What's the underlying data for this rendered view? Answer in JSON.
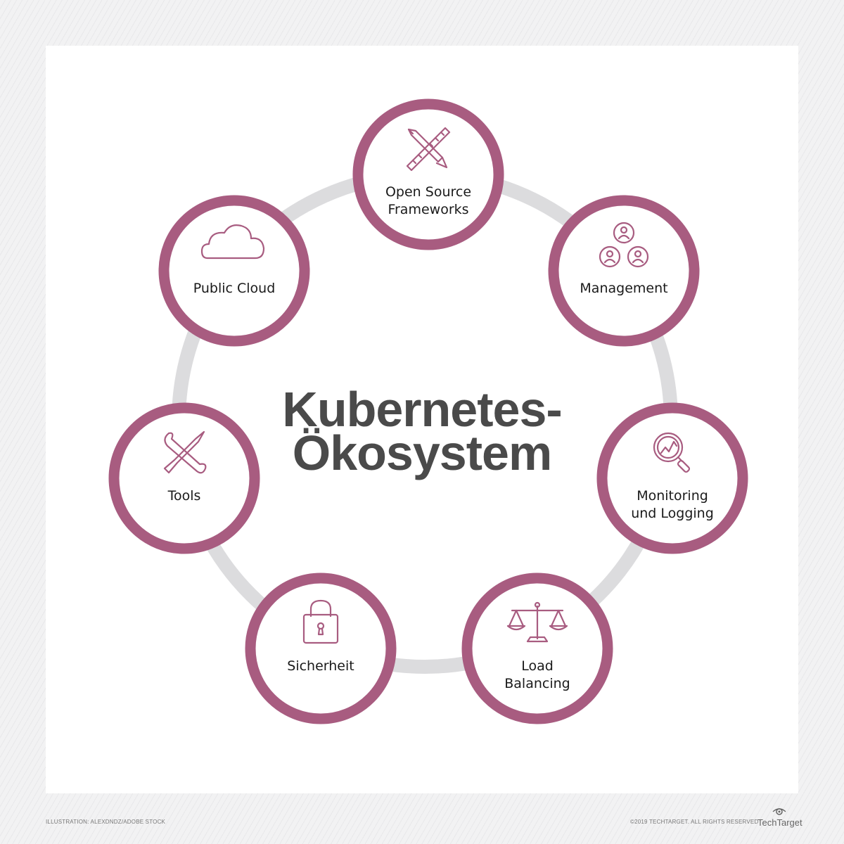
{
  "title": {
    "line1": "Kubernetes-",
    "line2": "Ökosystem"
  },
  "accent_color": "#a85c80",
  "ring_color": "#dcdcde",
  "nodes": [
    {
      "id": "open-source",
      "lines": [
        "Open Source",
        "Frameworks"
      ],
      "icon": "pencil-ruler-icon"
    },
    {
      "id": "management",
      "lines": [
        "Management"
      ],
      "icon": "people-network-icon"
    },
    {
      "id": "monitoring",
      "lines": [
        "Monitoring",
        "und Logging"
      ],
      "icon": "magnifier-chart-icon"
    },
    {
      "id": "load-balancing",
      "lines": [
        "Load",
        "Balancing"
      ],
      "icon": "scales-icon"
    },
    {
      "id": "security",
      "lines": [
        "Sicherheit"
      ],
      "icon": "padlock-icon"
    },
    {
      "id": "tools",
      "lines": [
        "Tools"
      ],
      "icon": "wrench-screwdriver-icon"
    },
    {
      "id": "public-cloud",
      "lines": [
        "Public Cloud"
      ],
      "icon": "cloud-icon"
    }
  ],
  "footer": {
    "credit": "ILLUSTRATION: ALEXDNDZ/ADOBE STOCK",
    "copyright": "©2019 TECHTARGET. ALL RIGHTS RESERVED",
    "brand": "TechTarget"
  }
}
